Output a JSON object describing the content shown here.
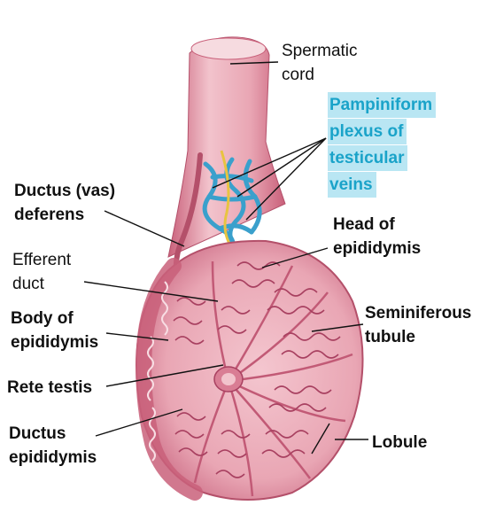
{
  "colors": {
    "tissue": "#e9a6b4",
    "tissue_dark": "#c9607a",
    "tubule_outline": "#b44a66",
    "vein": "#3aa0cc",
    "nerve": "#e8c440",
    "highlight_bg": "#b9e6f3",
    "highlight_text": "#1aa3c9"
  },
  "labels": {
    "spermatic_cord": [
      "Spermatic",
      "cord"
    ],
    "pampiniform": [
      "Pampiniform",
      "plexus of",
      "testicular",
      "veins"
    ],
    "ductus_deferens": [
      "Ductus (vas)",
      "deferens"
    ],
    "head_epididymis": [
      "Head of",
      "epididymis"
    ],
    "efferent_duct": [
      "Efferent",
      "duct"
    ],
    "body_epididymis": [
      "Body of",
      "epididymis"
    ],
    "seminiferous_tubule": [
      "Seminiferous",
      "tubule"
    ],
    "rete_testis": "Rete testis",
    "ductus_epididymis": [
      "Ductus",
      "epididymis"
    ],
    "lobule": "Lobule"
  }
}
